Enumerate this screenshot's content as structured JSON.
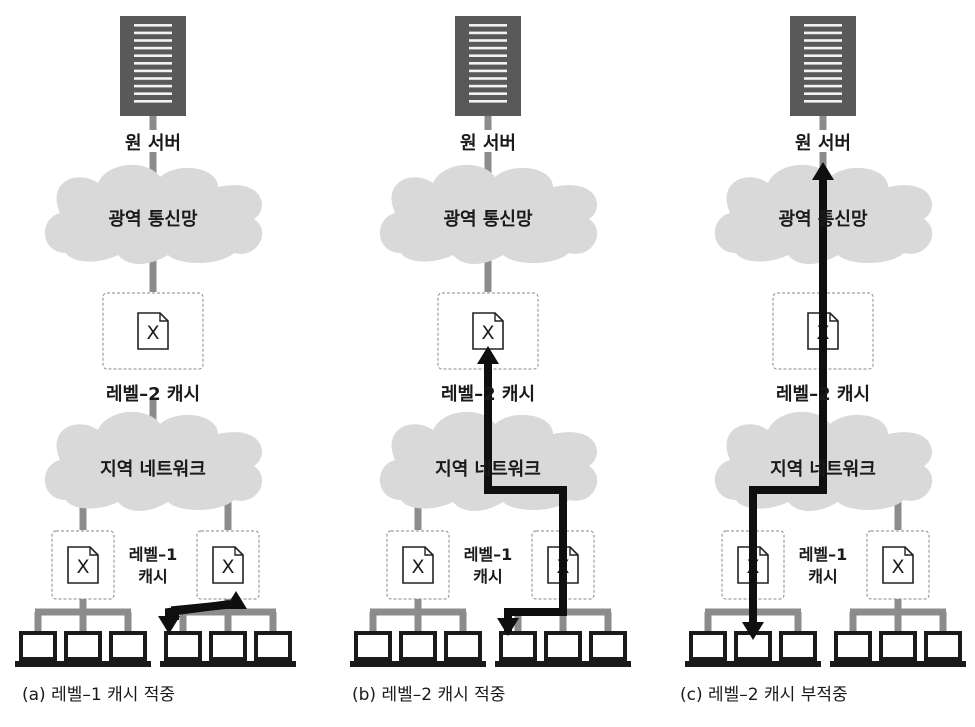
{
  "panels": [
    {
      "origin_server": "원 서버",
      "wan": "광역 통신망",
      "l2_cache": "레벨–2 캐시",
      "lan": "지역 네트워크",
      "l1_cache": "레벨–1 캐시",
      "doc": "X",
      "caption": "(a) 레벨–1 캐시 적중"
    },
    {
      "origin_server": "원 서버",
      "wan": "광역 통신망",
      "l2_cache": "레벨–2 캐시",
      "lan": "지역 네트워크",
      "l1_cache": "레벨–1 캐시",
      "doc": "X",
      "caption": "(b) 레벨–2 캐시 적중"
    },
    {
      "origin_server": "원 서버",
      "wan": "광역 통신망",
      "l2_cache": "레벨–2 캐시",
      "lan": "지역 네트워크",
      "l1_cache": "레벨–1 캐시",
      "doc": "X",
      "caption": "(c) 레벨–2 캐시 부적중"
    }
  ],
  "colors": {
    "cloud": "#d9d9d9",
    "link": "#8c8c8c",
    "server": "#595959",
    "arrow": "#0f0f0f"
  }
}
